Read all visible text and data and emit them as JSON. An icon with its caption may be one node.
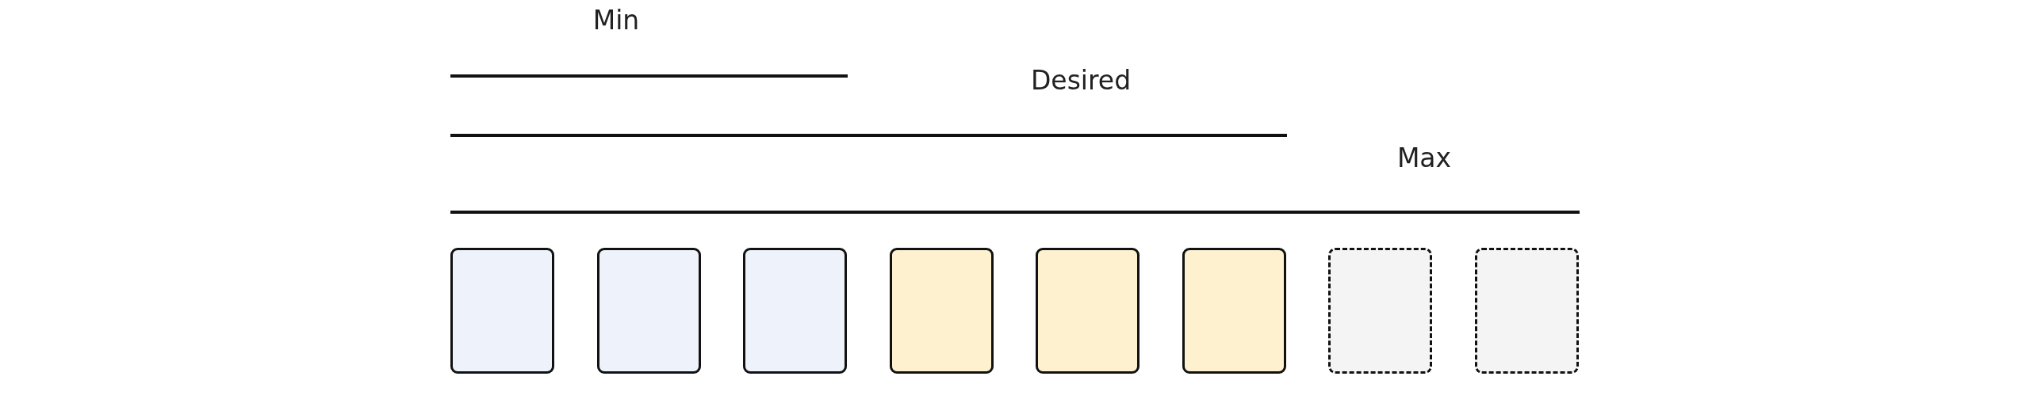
{
  "diagram": {
    "nodes": [
      {
        "text": [],
        "shape": "box"
      },
      {
        "text": [],
        "shape": "box"
      },
      {
        "text": [],
        "shape": "box"
      },
      {
        "text": [],
        "shape": "box"
      },
      {
        "text": [],
        "shape": "box"
      },
      {
        "text": [],
        "shape": "box"
      },
      {
        "text": [],
        "shape": "box"
      },
      {
        "text": [],
        "shape": "box"
      }
    ],
    "labels": [
      "Min",
      "Desired",
      "Max"
    ]
  }
}
